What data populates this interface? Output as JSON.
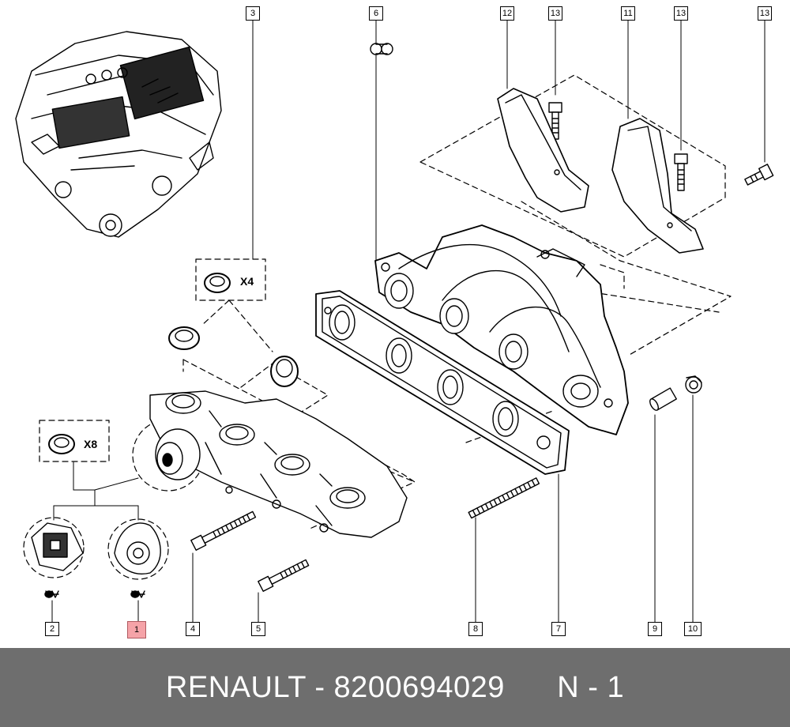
{
  "callouts": {
    "c1": "1",
    "c2": "2",
    "c3": "3",
    "c4": "4",
    "c5": "5",
    "c6": "6",
    "c7": "7",
    "c8": "8",
    "c9": "9",
    "c10": "10",
    "c11": "11",
    "c12": "12",
    "c13a": "13",
    "c13b": "13",
    "c13c": "13"
  },
  "quantities": {
    "x4": "X4",
    "x8": "X8"
  },
  "footer": {
    "text": "RENAULT - 8200694029      N - 1"
  },
  "colors": {
    "footer_bg": "#6e6e6e",
    "highlight": "#f5a3a8",
    "line": "#000000"
  }
}
